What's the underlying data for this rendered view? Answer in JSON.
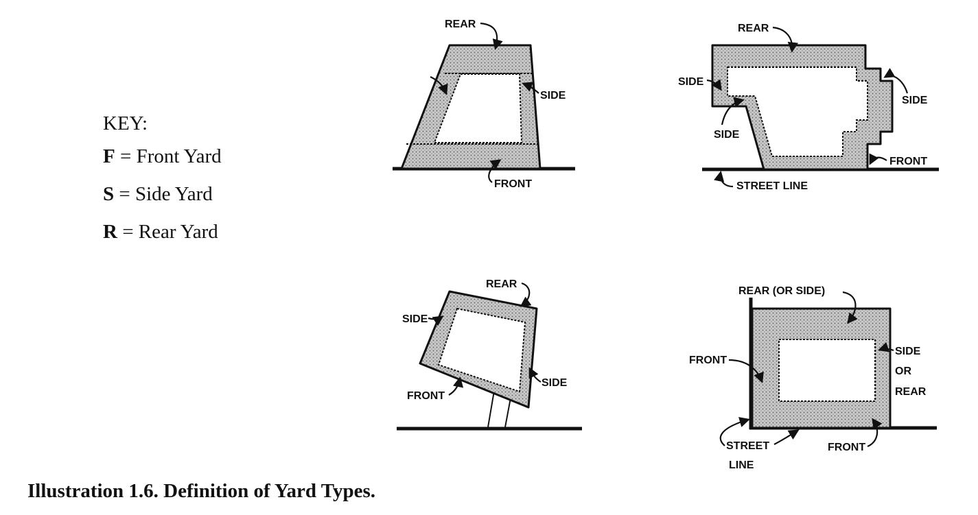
{
  "key": {
    "title": "KEY:",
    "items": [
      {
        "letter": "F",
        "text": "= Front Yard"
      },
      {
        "letter": "S",
        "text": "= Side Yard"
      },
      {
        "letter": "R",
        "text": "= Rear Yard"
      }
    ]
  },
  "caption": "Illustration 1.6. Definition of Yard Types.",
  "diagrams": {
    "d1": {
      "rear": "REAR",
      "side": "SIDE",
      "front": "FRONT"
    },
    "d2": {
      "rear": "REAR",
      "side_left": "SIDE",
      "side_inner": "SIDE",
      "side_right": "SIDE",
      "front": "FRONT",
      "street_line": "STREET LINE"
    },
    "d3": {
      "rear": "REAR",
      "side_left": "SIDE",
      "side_right": "SIDE",
      "front": "FRONT"
    },
    "d4": {
      "rear": "REAR (OR SIDE)",
      "front_left": "FRONT",
      "side_line1": "SIDE",
      "side_line2": "OR",
      "side_line3": "REAR",
      "street_line1": "STREET",
      "street_line2": "LINE",
      "front_bottom": "FRONT"
    }
  }
}
